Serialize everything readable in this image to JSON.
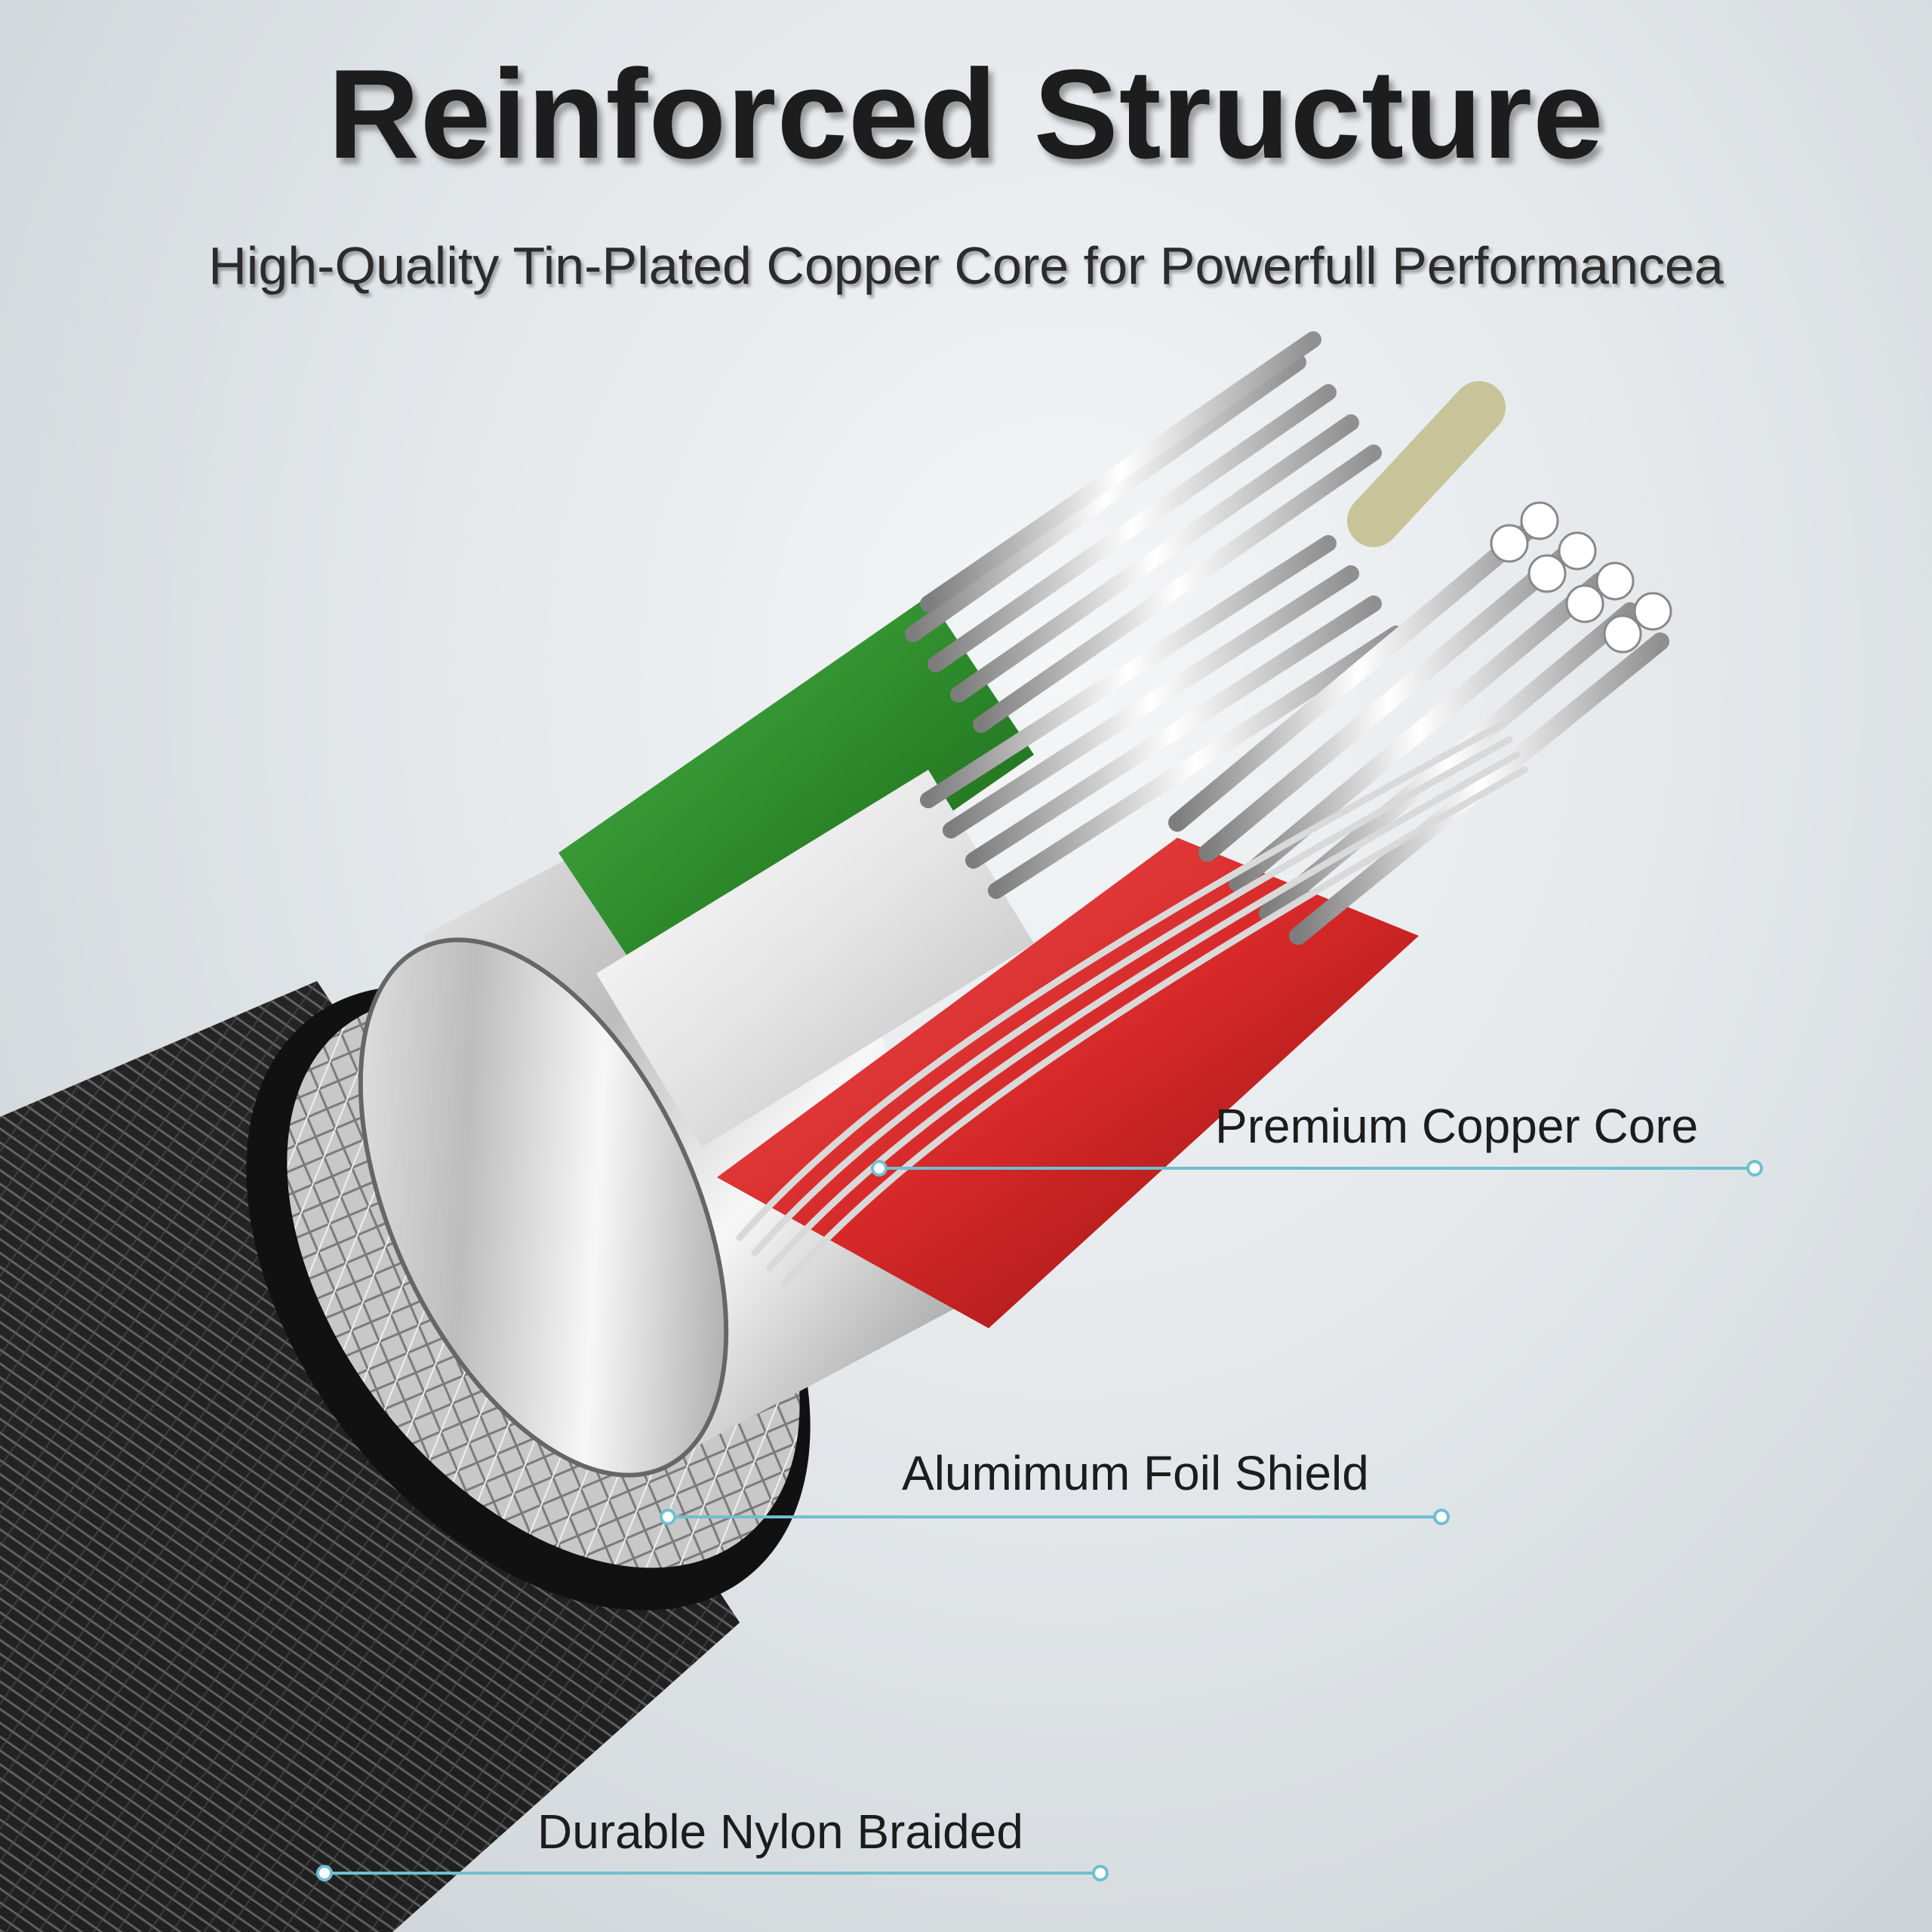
{
  "header": {
    "title": "Reinforced Structure",
    "subtitle": "High-Quality Tin-Plated Copper Core for Powerfull Performancea"
  },
  "callouts": [
    {
      "label": "Premium Copper Core"
    },
    {
      "label": "Alumimum Foil Shield"
    },
    {
      "label": "Durable Nylon Braided"
    }
  ],
  "colors": {
    "wire_green": "#2f8f2c",
    "wire_white": "#eeeeee",
    "wire_red": "#d62828",
    "callout_line": "#6fbfd0",
    "braid": "#2a2a2a"
  }
}
